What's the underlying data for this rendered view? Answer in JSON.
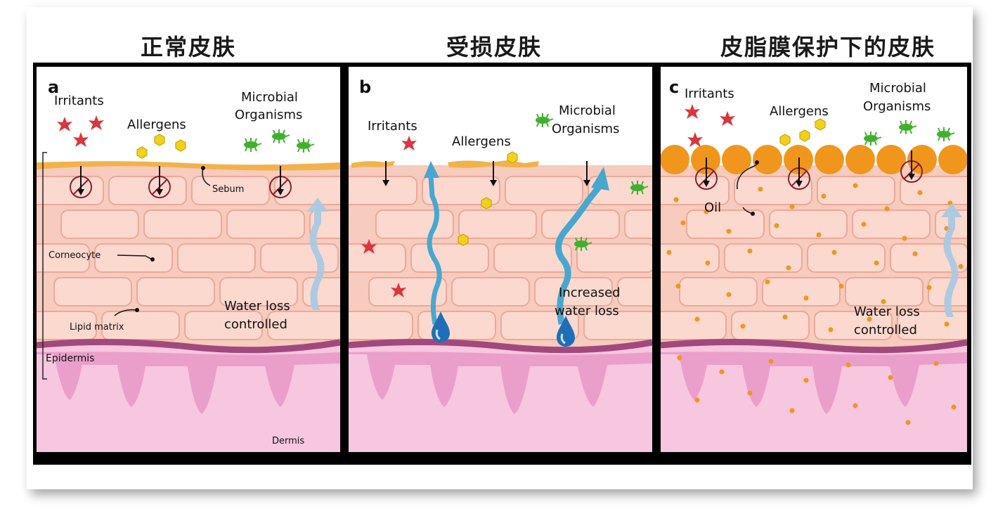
{
  "titles": {
    "normal": "正常皮肤",
    "damaged": "受损皮肤",
    "protected": "皮脂膜保护下的皮肤"
  },
  "panel_a": {
    "letter": "a",
    "irritants": "Irritants",
    "allergens": "Allergens",
    "microbial_line1": "Microbial",
    "microbial_line2": "Organisms",
    "sebum": "Sebum",
    "corneocyte": "Corneocyte",
    "lipid_matrix": "Lipid matrix",
    "water_line1": "Water loss",
    "water_line2": "controlled",
    "epidermis": "Epidermis",
    "dermis": "Dermis"
  },
  "panel_b": {
    "letter": "b",
    "irritants": "Irritants",
    "allergens": "Allergens",
    "microbial_line1": "Microbial",
    "microbial_line2": "Organisms",
    "increased_line1": "Increased",
    "increased_line2": "water loss"
  },
  "panel_c": {
    "letter": "c",
    "irritants": "Irritants",
    "allergens": "Allergens",
    "microbial_line1": "Microbial",
    "microbial_line2": "Organisms",
    "oil": "Oil",
    "water_line1": "Water loss",
    "water_line2": "controlled"
  },
  "colors": {
    "skin": "#f6cfc3",
    "cell": "#fbd6cb",
    "cell_border": "#e8a99a",
    "sebum": "#f2b24a",
    "basement": "#a1497d",
    "dermis": "#f5b9da",
    "dermis_deep": "#e88ac3",
    "water_arrow": "#48a7cf",
    "oil": "#f0961c",
    "irritant": "#d9363e",
    "allergen": "#f0d21e",
    "microbe": "#41b02e"
  }
}
